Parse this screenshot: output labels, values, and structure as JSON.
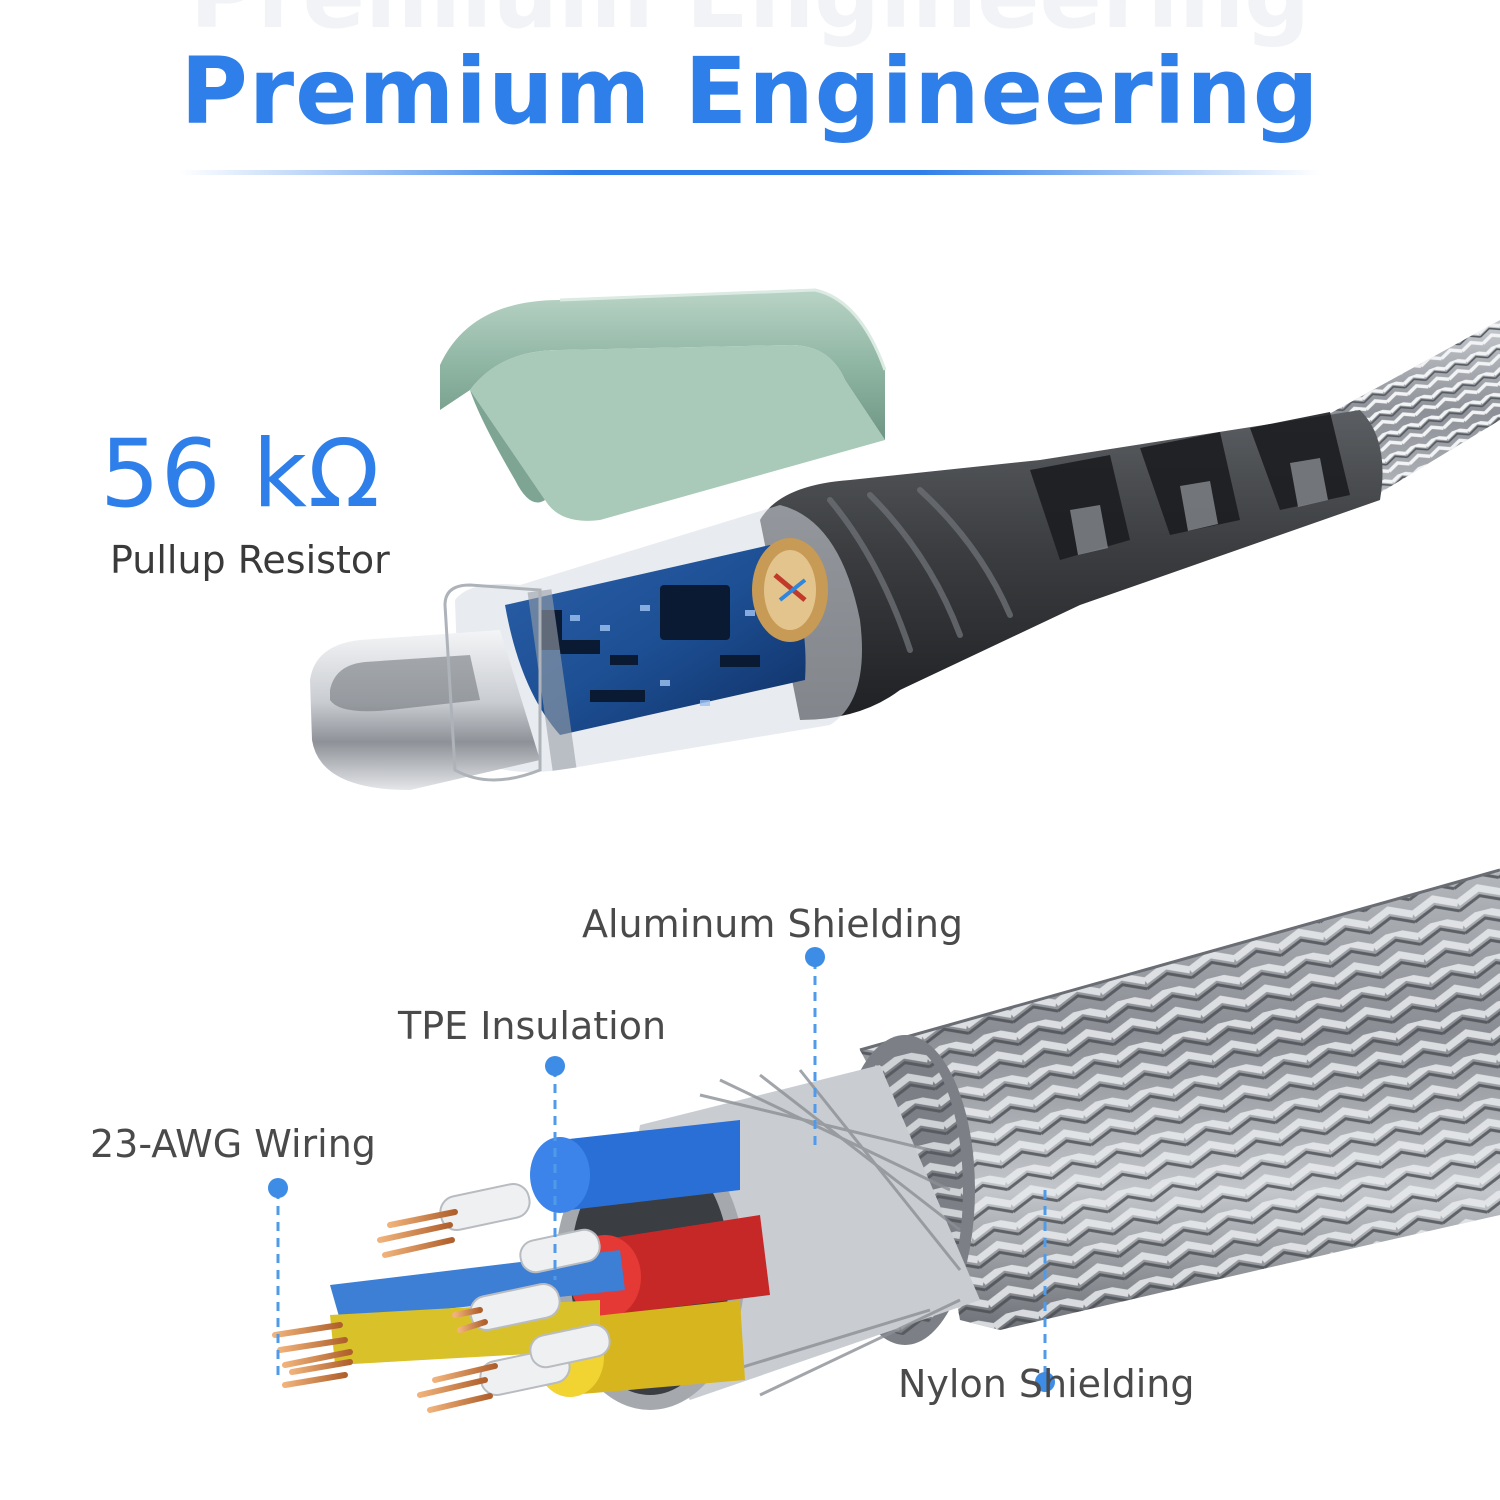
{
  "header": {
    "title": "Premium Engineering"
  },
  "resistor": {
    "value": "56 kΩ",
    "label": "Pullup Resistor"
  },
  "callouts": {
    "aluminum": "Aluminum Shielding",
    "tpe": "TPE Insulation",
    "awg": "23-AWG Wiring",
    "nylon": "Nylon Shielding"
  },
  "colors": {
    "accent": "#2f7fea",
    "text": "#3a3a3a",
    "shell": "#8fb5a3",
    "connector": "#3b3d40",
    "braid": "#9a9ea4"
  }
}
